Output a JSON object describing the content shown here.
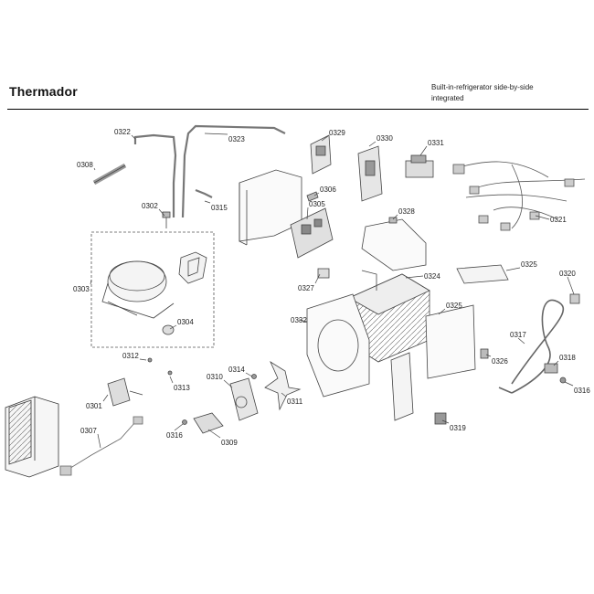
{
  "header": {
    "brand": "Thermador",
    "description_line1": "Built-in-refrigerator side-by-side",
    "description_line2": "integrated"
  },
  "parts": [
    {
      "id": "p0308",
      "label": "0308"
    },
    {
      "id": "p0322",
      "label": "0322"
    },
    {
      "id": "p0323",
      "label": "0323"
    },
    {
      "id": "p0315",
      "label": "0315"
    },
    {
      "id": "p0302",
      "label": "0302"
    },
    {
      "id": "p0303",
      "label": "0303"
    },
    {
      "id": "p0304",
      "label": "0304"
    },
    {
      "id": "p0329",
      "label": "0329"
    },
    {
      "id": "p0330",
      "label": "0330"
    },
    {
      "id": "p0331",
      "label": "0331"
    },
    {
      "id": "p0306",
      "label": "0306"
    },
    {
      "id": "p0305",
      "label": "0305"
    },
    {
      "id": "p0328",
      "label": "0328"
    },
    {
      "id": "p0321",
      "label": "0321"
    },
    {
      "id": "p0327",
      "label": "0327"
    },
    {
      "id": "p0324",
      "label": "0324"
    },
    {
      "id": "p0325a",
      "label": "0325"
    },
    {
      "id": "p0325b",
      "label": "0325"
    },
    {
      "id": "p0320",
      "label": "0320"
    },
    {
      "id": "p0332",
      "label": "0332"
    },
    {
      "id": "p0317",
      "label": "0317"
    },
    {
      "id": "p0326",
      "label": "0326"
    },
    {
      "id": "p0318",
      "label": "0318"
    },
    {
      "id": "p0316a",
      "label": "0316"
    },
    {
      "id": "p0312",
      "label": "0312"
    },
    {
      "id": "p0313",
      "label": "0313"
    },
    {
      "id": "p0310",
      "label": "0310"
    },
    {
      "id": "p0314",
      "label": "0314"
    },
    {
      "id": "p0311",
      "label": "0311"
    },
    {
      "id": "p0301",
      "label": "0301"
    },
    {
      "id": "p0316b",
      "label": "0316"
    },
    {
      "id": "p0309",
      "label": "0309"
    },
    {
      "id": "p0319",
      "label": "0319"
    },
    {
      "id": "p0307",
      "label": "0307"
    }
  ]
}
